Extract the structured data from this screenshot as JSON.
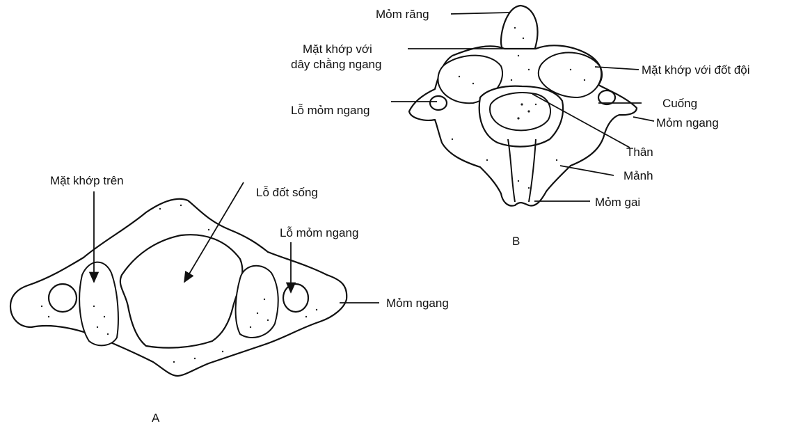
{
  "figure_a": {
    "caption": "A",
    "labels": {
      "superior_articular_facet": "Mặt  khớp trên",
      "vertebral_foramen": "Lỗ đốt sống",
      "transverse_foramen": "Lỗ mỏm ngang",
      "transverse_process": "Mỏm ngang"
    }
  },
  "figure_b": {
    "caption": "B",
    "labels": {
      "dens": "Mỏm răng",
      "facet_transverse_ligament_line1": "Mặt khớp  với",
      "facet_transverse_ligament_line2": "dây chằng ngang",
      "facet_atlas": "Mặt khớp với đốt đội",
      "transverse_foramen": "Lỗ mỏm ngang",
      "pedicle": "Cuống",
      "transverse_process": "Mỏm ngang",
      "body": "Thân",
      "lamina": "Mảnh",
      "spinous_process": "Mỏm gai"
    }
  }
}
